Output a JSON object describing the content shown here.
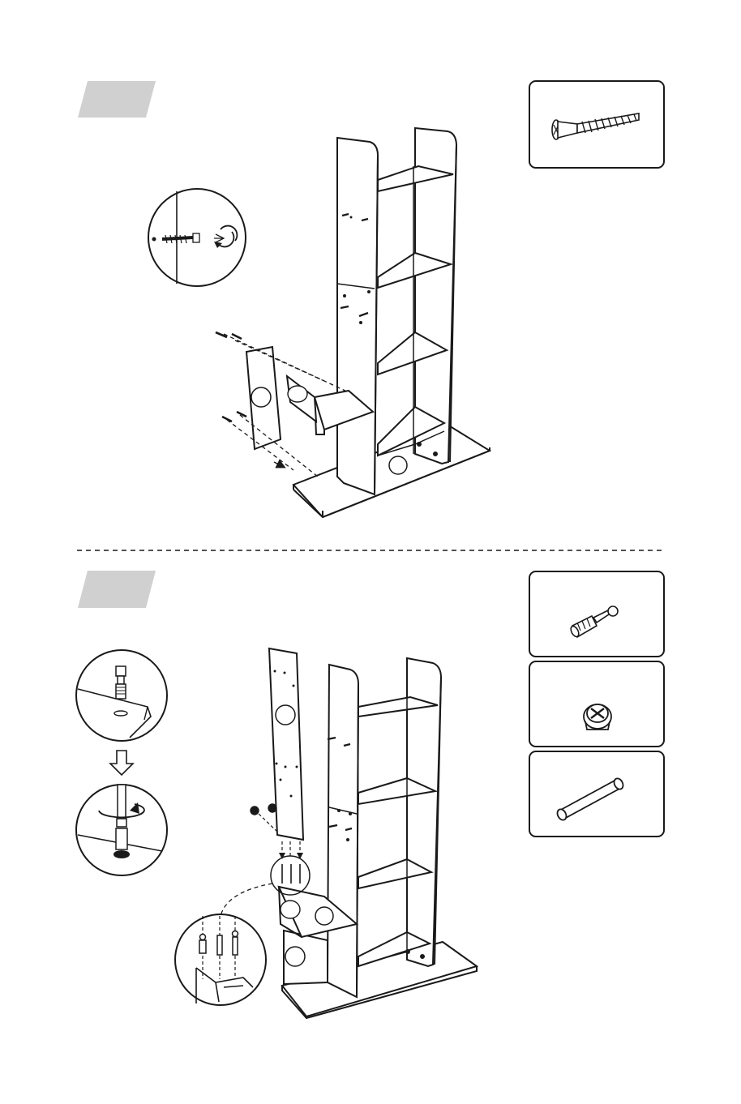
{
  "page": {
    "background": "#ffffff",
    "line_color": "#1a1a1a",
    "badge_color": "#d0d0d0"
  },
  "steps": [
    {
      "badge": "",
      "hardware": [
        {
          "icon": "long-screw-icon"
        }
      ],
      "detail_callouts": [
        {
          "icon": "screw-into-panel-detail"
        }
      ],
      "part_labels": [
        "",
        ""
      ]
    },
    {
      "badge": "",
      "hardware": [
        {
          "icon": "cam-bolt-icon"
        },
        {
          "icon": "cam-lock-icon"
        },
        {
          "icon": "wooden-dowel-icon"
        }
      ],
      "detail_callouts": [
        {
          "icon": "cam-bolt-insert-detail"
        },
        {
          "icon": "down-arrow-icon"
        },
        {
          "icon": "cam-bolt-screw-detail"
        },
        {
          "icon": "connector-magnified-detail"
        }
      ],
      "part_labels": [
        "",
        "",
        "",
        ""
      ]
    }
  ],
  "divider": {
    "style": "dashed"
  }
}
